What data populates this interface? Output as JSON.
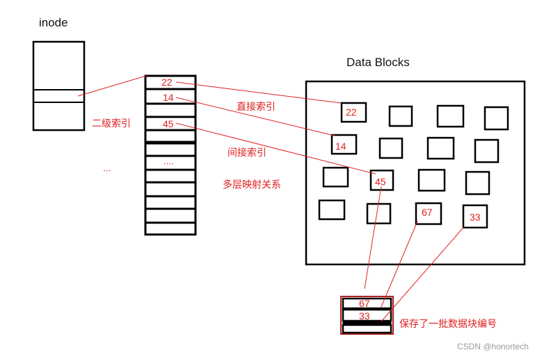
{
  "labels": {
    "inode": "inode",
    "data_blocks": "Data Blocks",
    "second_level_index": "二级索引",
    "direct_index": "直接索引",
    "indirect_index": "间接索引",
    "multi_level_mapping": "多层映射关系",
    "ellipsis_left": "...",
    "ellipsis_index": "....",
    "batch_note": "保存了一批数据块编号",
    "watermark": "CSDN @honortech"
  },
  "index_block": {
    "entries": [
      "22",
      "14",
      "45"
    ]
  },
  "data_blocks": {
    "numbered": [
      "22",
      "14",
      "45",
      "67",
      "33"
    ]
  },
  "batch_block": {
    "entries": [
      "67",
      "33"
    ]
  },
  "colors": {
    "ink": "#000000",
    "accent": "#e02020",
    "watermark": "#999999"
  }
}
